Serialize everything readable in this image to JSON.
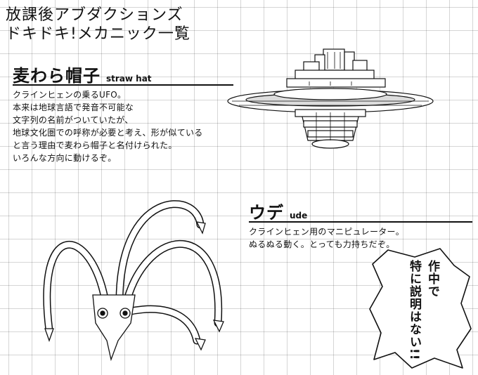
{
  "page": {
    "title_lines": [
      "放課後アブダクションズ",
      "ドキドキ!メカニック一覧"
    ]
  },
  "straw_hat": {
    "heading_jp": "麦わら帽子",
    "heading_en": "straw hat",
    "body_lines": [
      "クラインヒェンの乗るUFO。",
      "本来は地球言語で発音不可能な",
      "文字列の名前がついていたが、",
      "地球文化圏での呼称が必要と考え、形が似ている",
      "と言う理由で麦わら帽子と名付けられた。",
      "いろんな方向に動けるぞ。"
    ]
  },
  "ude": {
    "heading_jp": "ウデ",
    "heading_en": "ude",
    "body_lines": [
      "クラインヒェン用のマニピュレーター。",
      "ぬるぬる動く。とっても力持ちだぞ。"
    ]
  },
  "speech_bubble": {
    "columns": [
      "作中で",
      "特に説明はない!!"
    ]
  }
}
